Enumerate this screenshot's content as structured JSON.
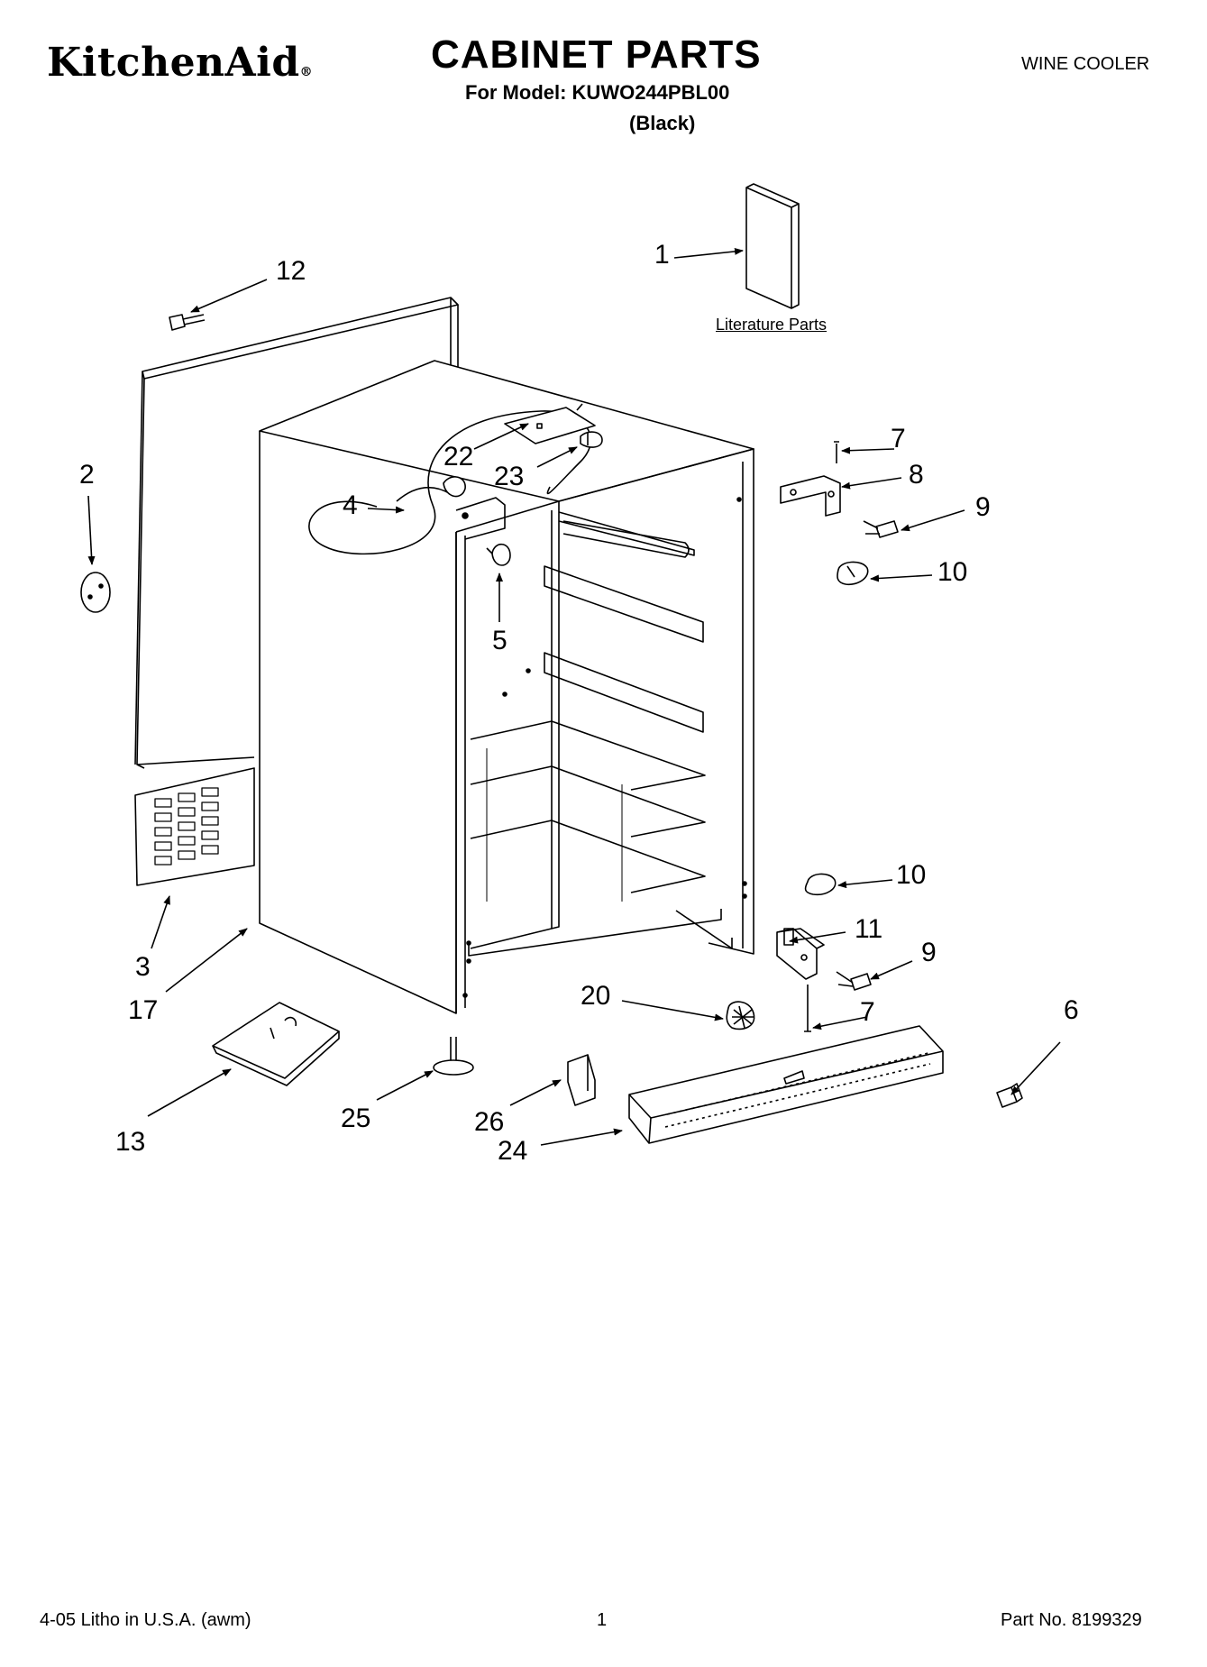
{
  "header": {
    "brand": "KitchenAid",
    "brand_mark": "®",
    "title": "CABINET PARTS",
    "model_line": "For Model: KUWO244PBL00",
    "color_line": "(Black)",
    "product_type": "WINE COOLER"
  },
  "diagram": {
    "literature_caption": "Literature Parts",
    "callouts": [
      {
        "id": "c1",
        "label": "1"
      },
      {
        "id": "c2",
        "label": "2"
      },
      {
        "id": "c3",
        "label": "3"
      },
      {
        "id": "c4",
        "label": "4"
      },
      {
        "id": "c5",
        "label": "5"
      },
      {
        "id": "c6",
        "label": "6"
      },
      {
        "id": "c7a",
        "label": "7"
      },
      {
        "id": "c7b",
        "label": "7"
      },
      {
        "id": "c8",
        "label": "8"
      },
      {
        "id": "c9a",
        "label": "9"
      },
      {
        "id": "c9b",
        "label": "9"
      },
      {
        "id": "c10a",
        "label": "10"
      },
      {
        "id": "c10b",
        "label": "10"
      },
      {
        "id": "c11",
        "label": "11"
      },
      {
        "id": "c12",
        "label": "12"
      },
      {
        "id": "c13",
        "label": "13"
      },
      {
        "id": "c17",
        "label": "17"
      },
      {
        "id": "c20",
        "label": "20"
      },
      {
        "id": "c22",
        "label": "22"
      },
      {
        "id": "c23",
        "label": "23"
      },
      {
        "id": "c24",
        "label": "24"
      },
      {
        "id": "c25",
        "label": "25"
      },
      {
        "id": "c26",
        "label": "26"
      }
    ]
  },
  "footer": {
    "print_info": "4-05 Litho in U.S.A. (awm)",
    "page_number": "1",
    "part_number": "Part No. 8199329"
  }
}
